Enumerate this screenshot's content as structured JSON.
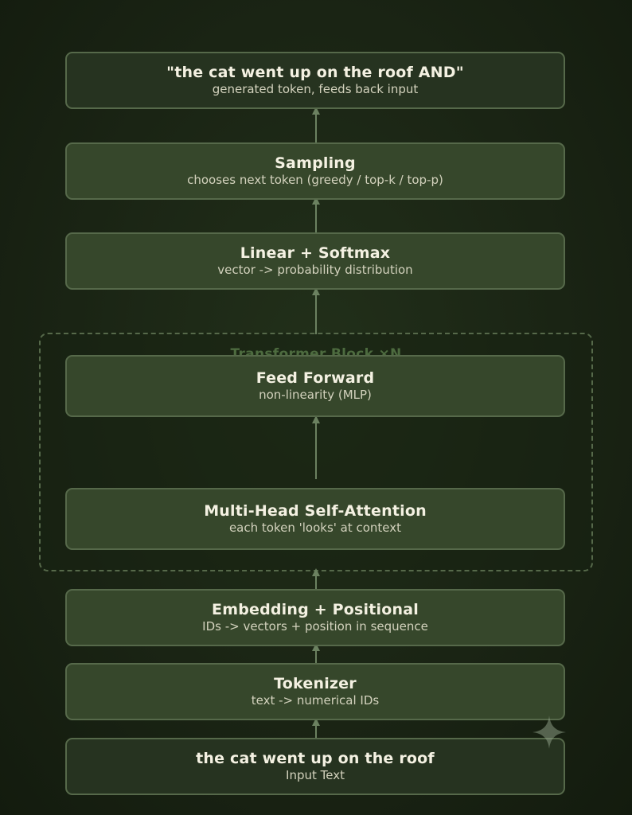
{
  "diagram": {
    "output": {
      "title": "\"the cat went up on the roof AND\"",
      "subtitle": "generated token, feeds back input"
    },
    "sampling": {
      "title": "Sampling",
      "subtitle": "chooses next token (greedy / top-k / top-p)"
    },
    "linear_softmax": {
      "title": "Linear + Softmax",
      "subtitle": "vector -> probability distribution"
    },
    "transformer_block": {
      "label": "Transformer Block  ×N",
      "feed_forward": {
        "title": "Feed Forward",
        "subtitle": "non-linearity (MLP)"
      },
      "attention": {
        "title": "Multi-Head Self-Attention",
        "subtitle": "each token 'looks' at context"
      }
    },
    "embedding": {
      "title": "Embedding + Positional",
      "subtitle": "IDs -> vectors + position in sequence"
    },
    "tokenizer": {
      "title": "Tokenizer",
      "subtitle": "text -> numerical IDs"
    },
    "input": {
      "title": "the cat went up on the roof",
      "subtitle": "Input Text"
    }
  },
  "colors": {
    "background": "#1a2414",
    "box_fill_dark": "#263320",
    "box_fill_mid": "#36472b",
    "border": "#56694a",
    "arrow": "#6b8160",
    "group_label": "#4d6b3f",
    "title_text": "#f4f1e2",
    "subtitle_text": "#d3d2bd"
  },
  "icons": {
    "watermark": "sparkle-icon"
  }
}
